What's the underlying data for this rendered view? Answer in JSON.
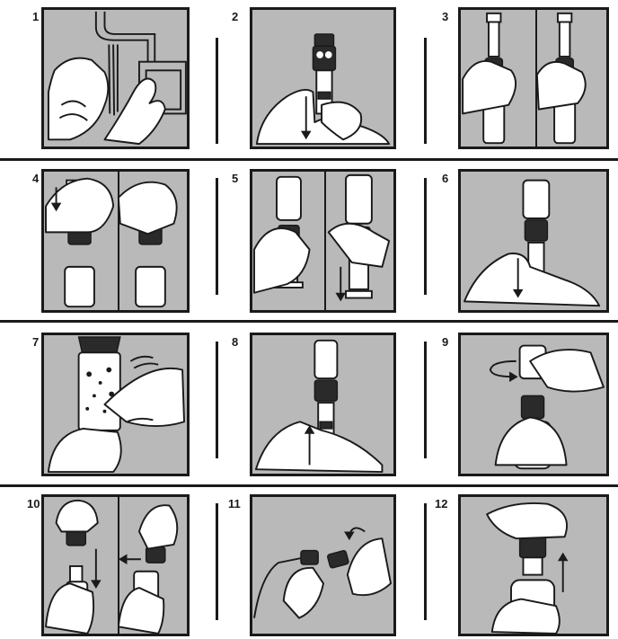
{
  "steps": [
    {
      "number": "1"
    },
    {
      "number": "2"
    },
    {
      "number": "3"
    },
    {
      "number": "4"
    },
    {
      "number": "5"
    },
    {
      "number": "6"
    },
    {
      "number": "7"
    },
    {
      "number": "8"
    },
    {
      "number": "9"
    },
    {
      "number": "10"
    },
    {
      "number": "11"
    },
    {
      "number": "12"
    }
  ],
  "colors": {
    "panel_background": "#b9b9b9",
    "outline": "#1a1a1a",
    "fill": "#ffffff"
  }
}
